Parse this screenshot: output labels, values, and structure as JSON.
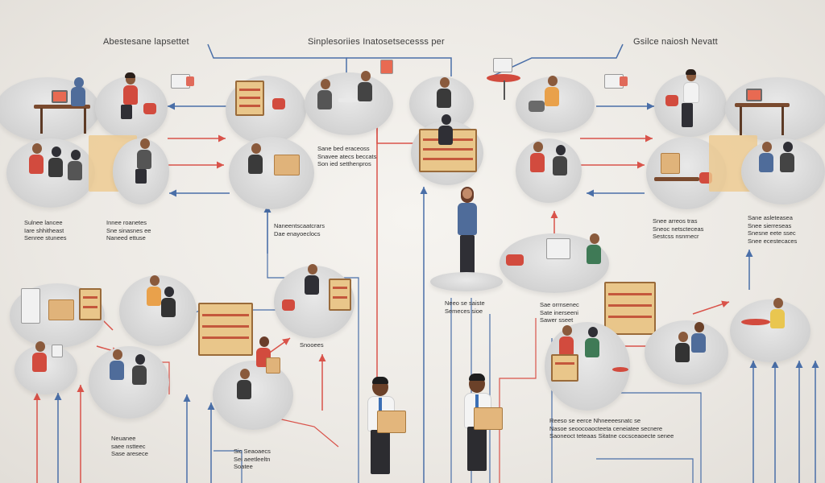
{
  "header": {
    "left": "Abestesane lapsettet",
    "center": "Sinplesoriies Inatosetsecesss per",
    "right": "Gsilce naiosh Nevatt"
  },
  "labels": [
    {
      "id": "l1",
      "text": "Sane bed eraceoss\nSnavee atecs beccats\nSon ied setthenpros"
    },
    {
      "id": "l2",
      "text": "Sulnee lancee\nIare shhitheast\nSenree stunees"
    },
    {
      "id": "l3",
      "text": "Innee roanetes\nSne sinasnes ee\nNaneed ettuse"
    },
    {
      "id": "l4",
      "text": "Naneentscaatcrars\nDae enayoeclocs"
    },
    {
      "id": "l5",
      "text": "Snee arreos tras\nSneoc netscteceas\nSestcss nsnrnecr"
    },
    {
      "id": "l6",
      "text": "Sane asleteasea\nSnee sierreseas\nSnesne eete ssec\nSnee ecestecaces"
    },
    {
      "id": "l7",
      "text": "Neuanee\nsaee nstteec\nSase aresece"
    },
    {
      "id": "l8",
      "text": "Neeo se saiste\nSemeces sioe"
    },
    {
      "id": "l9",
      "text": "Snooees"
    },
    {
      "id": "l10",
      "text": "Sae orrnsenec\nSate inerseeni\nSawer sseet"
    },
    {
      "id": "l11",
      "text": "Sic Seaoaecs\nSei aeetleeltn\nSoatee"
    },
    {
      "id": "l12",
      "text": "Reeso se eerce Nhneeeesnatc se\nNasoe seoocoaocteeta ceneiatee secnere\nSaoneoct teteaas Sitatne cocsceaoecte senee"
    }
  ],
  "colors": {
    "red_arrow": "#d9534a",
    "blue_arrow": "#4a6fa8",
    "node": "#d4d4d4",
    "accent_red": "#d24b3e",
    "wood": "#7a4a2e"
  }
}
